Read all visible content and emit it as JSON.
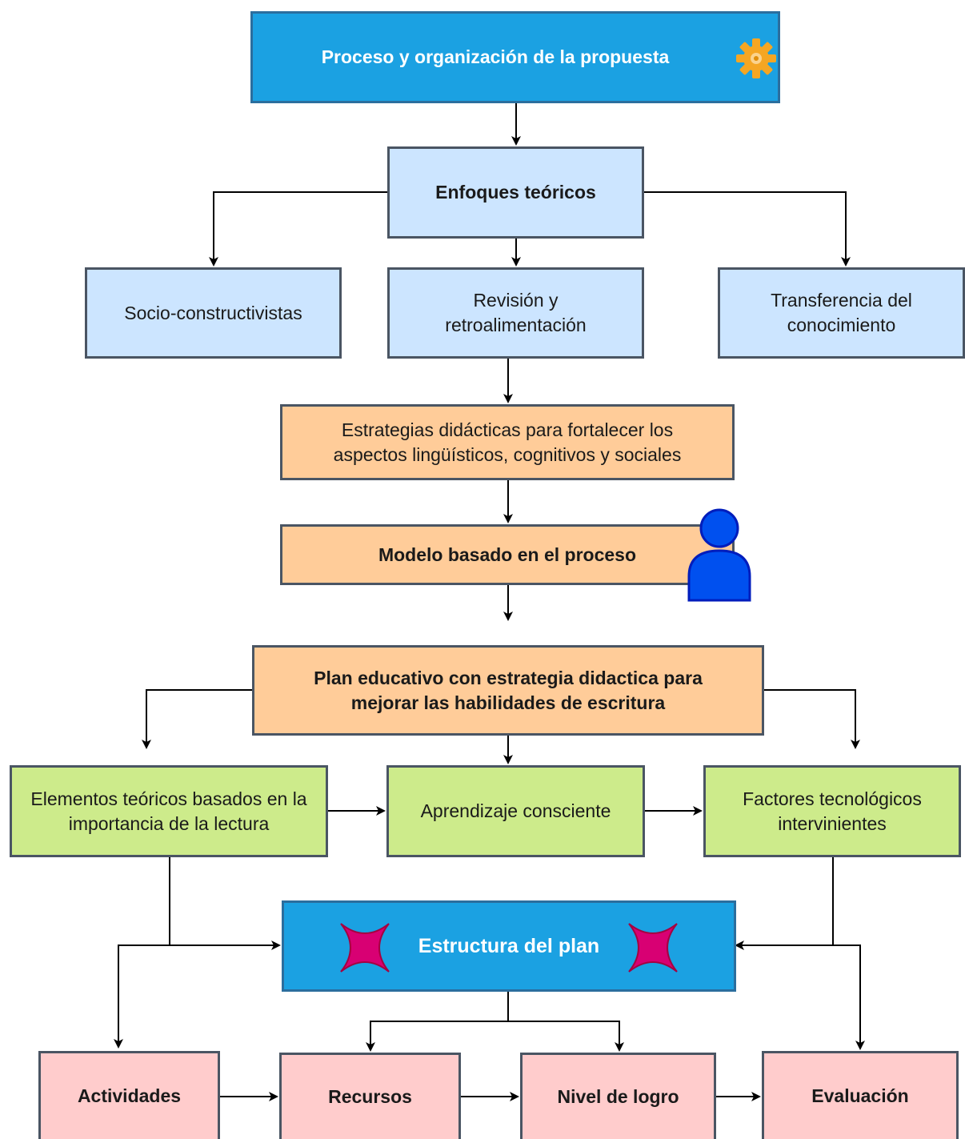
{
  "diagram": {
    "title": "Proceso y organización de la propuesta",
    "enfoques": "Enfoques teóricos",
    "socio": "Socio-constructivistas",
    "revision": "Revisión y retroalimentación",
    "transferencia": "Transferencia del conocimiento",
    "estrategias": "Estrategias didácticas para fortalecer los aspectos lingüísticos, cognitivos y sociales",
    "modelo": "Modelo basado en el proceso",
    "plan": "Plan educativo con estrategia didactica para mejorar las habilidades de escritura",
    "elementos": "Elementos teóricos basados en la importancia de la lectura",
    "aprendizaje": "Aprendizaje consciente",
    "factores": "Factores tecnológicos intervinientes",
    "estructura": "Estructura del plan",
    "actividades": "Actividades",
    "recursos": "Recursos",
    "nivel": "Nivel de logro",
    "evaluacion": "Evaluación"
  },
  "icons": {
    "title_icon": "gear-icon",
    "modelo_icon": "person-icon",
    "estructura_icons": [
      "star-icon",
      "star-icon"
    ]
  },
  "colors": {
    "title_fill": "#1ba1e2",
    "light_blue": "#cce5ff",
    "orange": "#ffcc99",
    "green": "#cdeb8b",
    "pink": "#ffcccc",
    "person": "#0050ef",
    "star": "#d80073",
    "gear": "#f5a623"
  }
}
